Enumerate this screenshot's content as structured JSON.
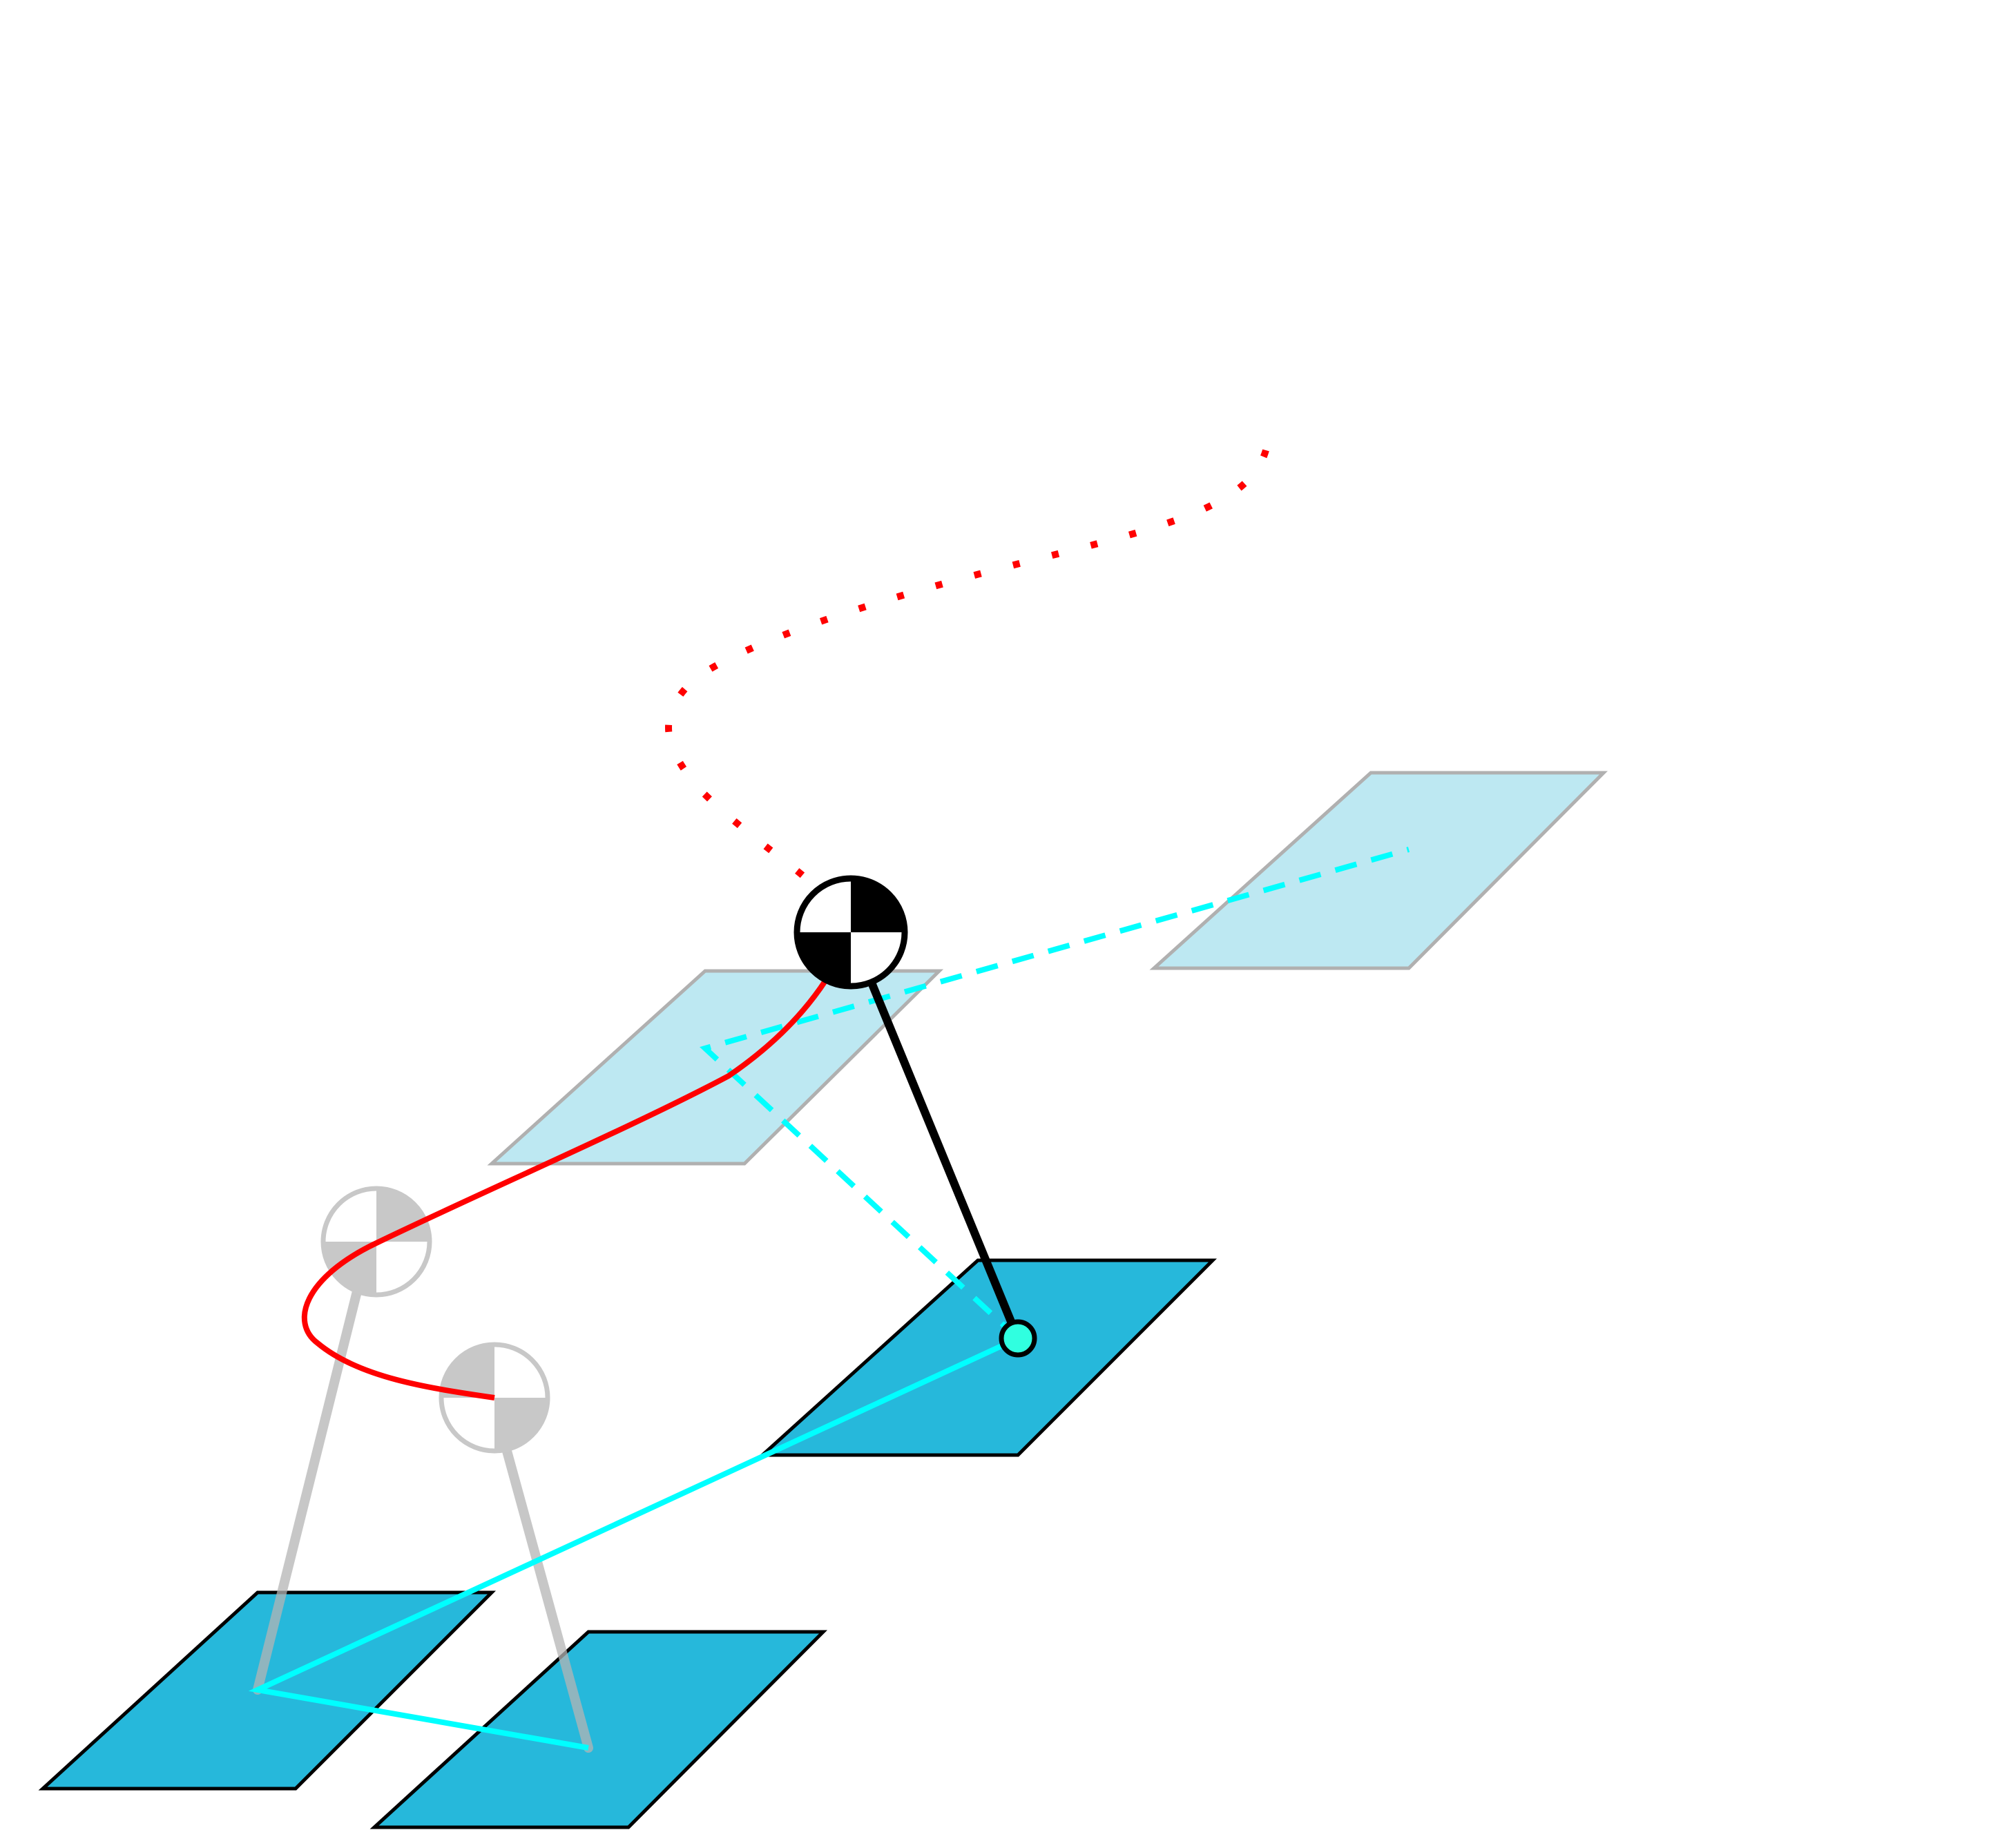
{
  "diagram": {
    "colors": {
      "background": "#ffffff",
      "planned_footstep_fill": "#bde8f2",
      "planned_footstep_stroke": "#b0b0b0",
      "placed_footstep_fill": "#26b8db",
      "placed_footstep_stroke": "#000000",
      "com_trajectory_past": "#ff0000",
      "com_trajectory_future": "#ff0000",
      "foot_connection": "#00ffff",
      "current_com_marker": "#000000",
      "previous_com_marker": "#c8c8c8",
      "stance_leg": "#000000",
      "previous_leg": "#b4b4b4",
      "contact_point": "#30ffe0"
    },
    "elements": {
      "footsteps_planned": [
        "planned-footstep-1",
        "planned-footstep-2"
      ],
      "footsteps_placed": [
        "placed-footstep-1",
        "placed-footstep-2",
        "placed-footstep-3"
      ],
      "com_markers_previous": [
        "previous-com-marker-1",
        "previous-com-marker-2"
      ],
      "com_marker_current": "current-com-marker",
      "trajectory_styles": {
        "past": "solid",
        "future": "dotted",
        "planned_steps": "dashed",
        "placed_steps": "solid"
      }
    }
  }
}
